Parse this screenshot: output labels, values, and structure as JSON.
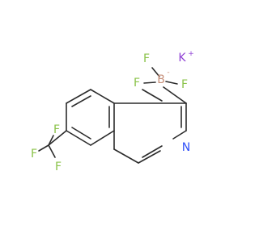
{
  "molecule": {
    "atoms": {
      "k": "K",
      "k_charge": "+",
      "b": "B",
      "b_charge": "-",
      "f_b_top": "F",
      "f_b_left": "F",
      "f_b_right": "F",
      "n": "N",
      "f_cf3_top": "F",
      "f_cf3_left": "F",
      "f_cf3_bottom": "F"
    },
    "colors": {
      "carbon_bond": "#2b2b2b",
      "fluorine": "#8bc34a",
      "boron": "#c7907a",
      "nitrogen": "#3050f8",
      "potassium": "#8f40d4"
    }
  }
}
